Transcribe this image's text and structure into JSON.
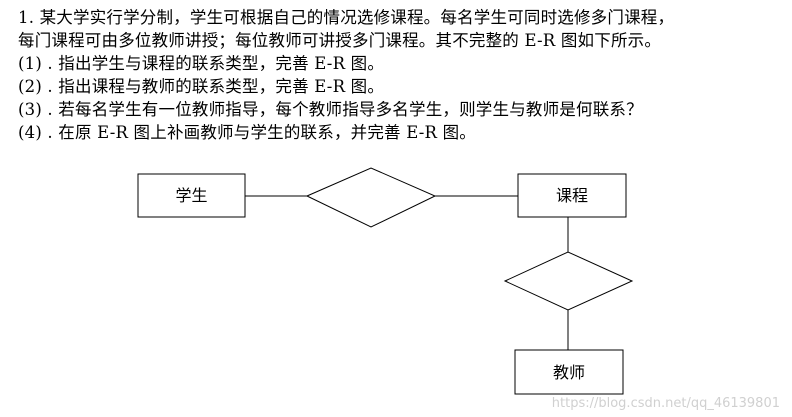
{
  "question": {
    "lines": [
      "1. 某大学实行学分制，学生可根据自己的情况选修课程。每名学生可同时选修多门课程，",
      "每门课程可由多位教师讲授；每位教师可讲授多门课程。其不完整的 E-R 图如下所示。",
      "(1) . 指出学生与课程的联系类型，完善 E-R 图。",
      "(2) . 指出课程与教师的联系类型，完善 E-R 图。",
      "(3) . 若每名学生有一位教师指导，每个教师指导多名学生，则学生与教师是何联系？",
      "(4) . 在原 E-R 图上补画教师与学生的联系，并完善 E-R 图。"
    ]
  },
  "diagram": {
    "entities": {
      "student": "学生",
      "course": "课程",
      "teacher": "教师"
    }
  },
  "watermark": "https://blog.csdn.net/qq_46139801"
}
